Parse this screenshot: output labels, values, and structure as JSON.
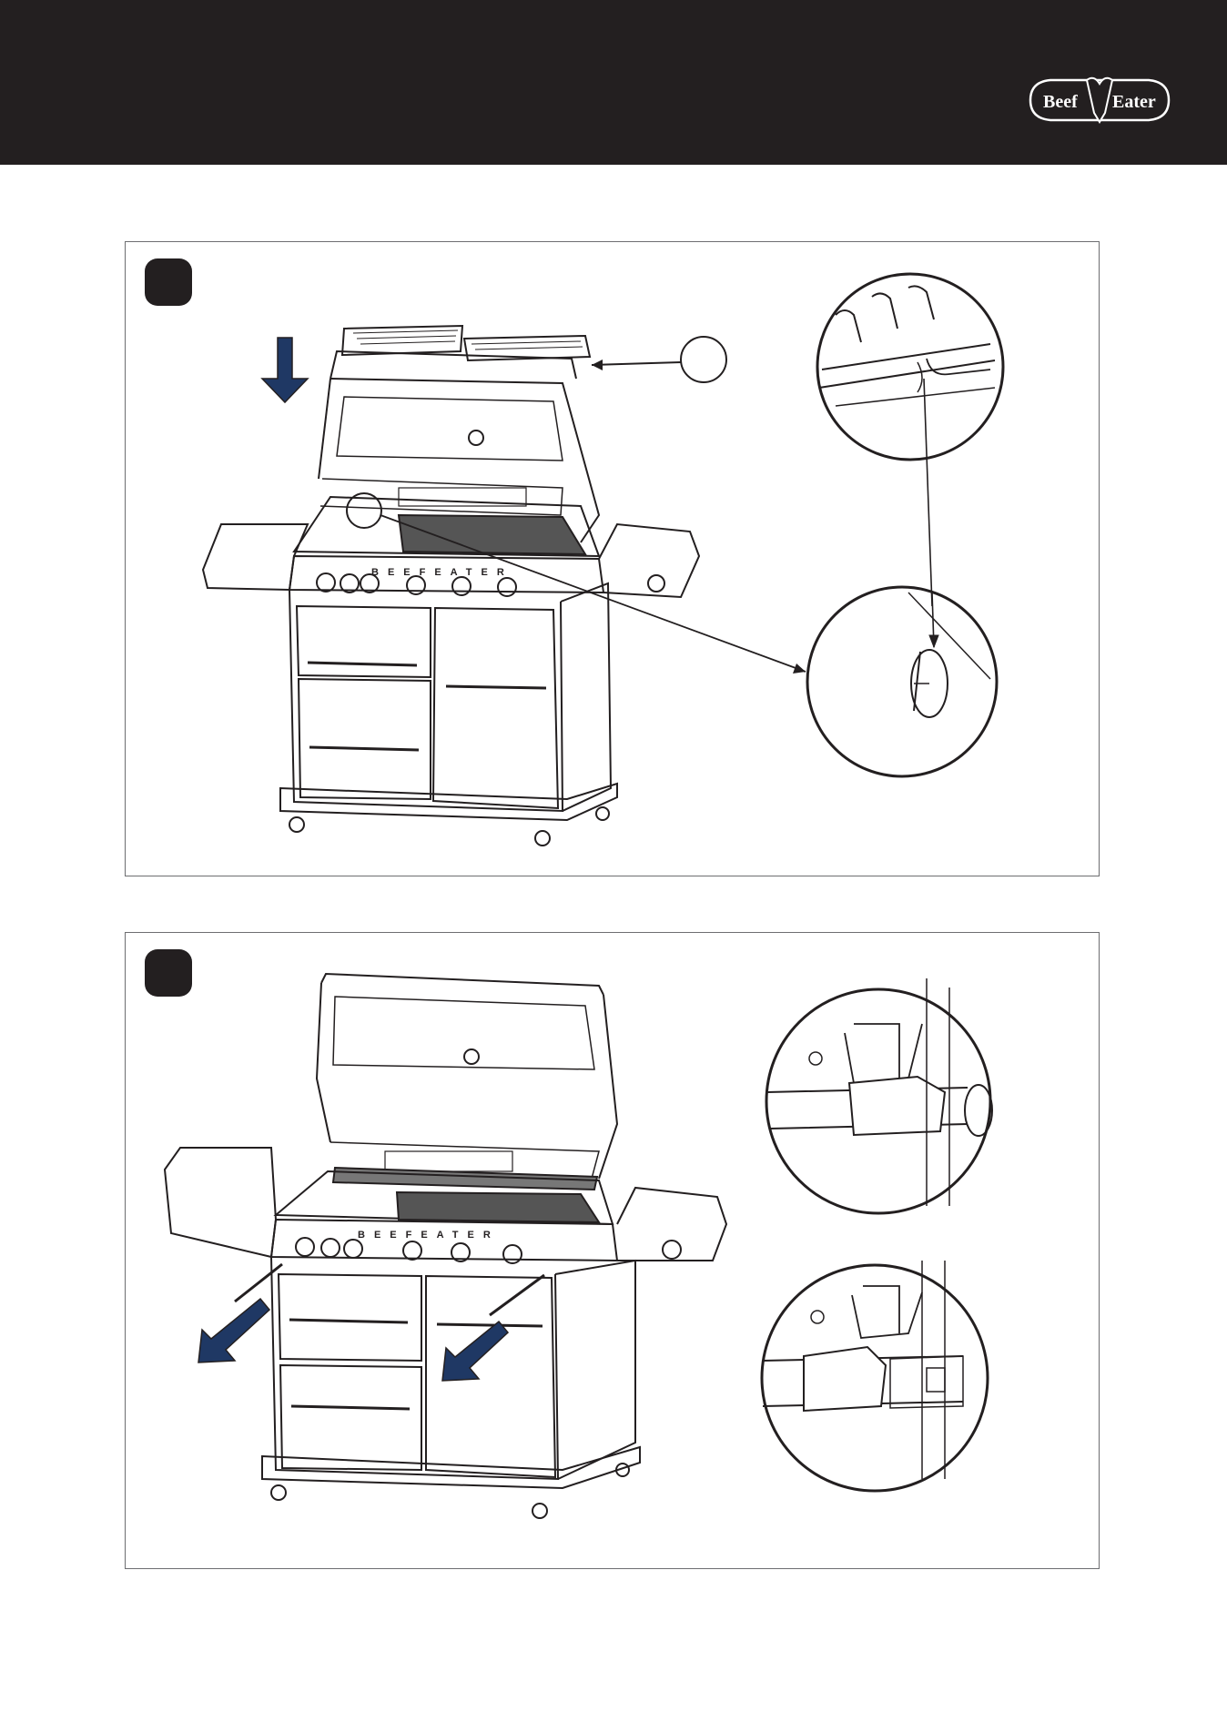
{
  "header": {
    "logo": {
      "text_left": "Beef",
      "text_right": "Eater",
      "icon": "bull-head-logo-icon"
    }
  },
  "brand_plate": "BEEFEATER",
  "steps": [
    {
      "id": "step-1",
      "badge_label": "",
      "callout_label": ""
    },
    {
      "id": "step-2",
      "badge_label": ""
    }
  ],
  "colors": {
    "header": "#231f20",
    "arrow_blue": "#1f3864",
    "line": "#231f20",
    "border": "#6d6e71"
  },
  "footer": {
    "text": ""
  }
}
